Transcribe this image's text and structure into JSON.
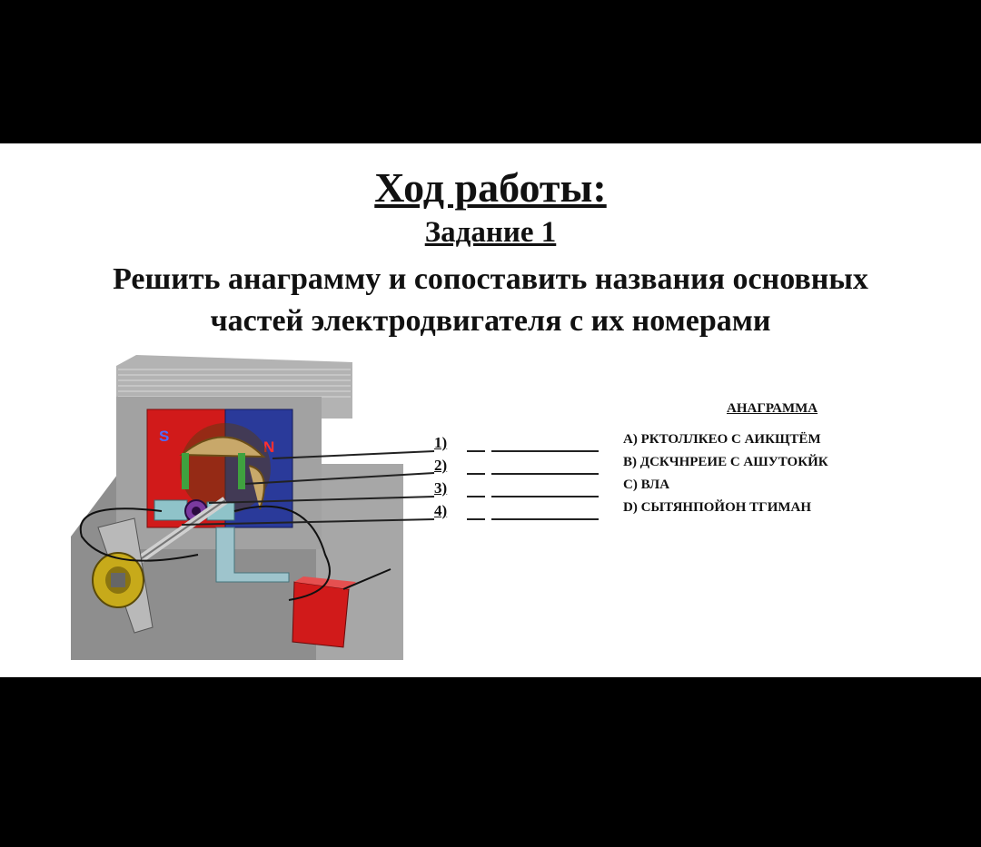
{
  "slide": {
    "title": "Ход работы:",
    "subtitle": "Задание 1",
    "task_line1": "Решить анаграмму и сопоставить названия основных",
    "task_line2": "частей электродвигателя с их номерами"
  },
  "figure": {
    "pole_s": "S",
    "pole_n": "N"
  },
  "numbers": [
    "1)",
    "2)",
    "3)",
    "4)"
  ],
  "anagram": {
    "title": "АНАГРАММА",
    "items": [
      "А) РКТОЛЛКЕО С АИКЩТЁМ",
      "В) ДСКЧНРЕИЕ С АШУТОКЙК",
      "С) ВЛА",
      "D) СЫТЯНПОЙОН ТГИМАН"
    ]
  },
  "colors": {
    "letterbox": "#000000",
    "slide_bg": "#ffffff",
    "magnet_red": "#d11a1a",
    "magnet_blue": "#2a3a9a",
    "housing_gray": "#9a9a9a"
  }
}
